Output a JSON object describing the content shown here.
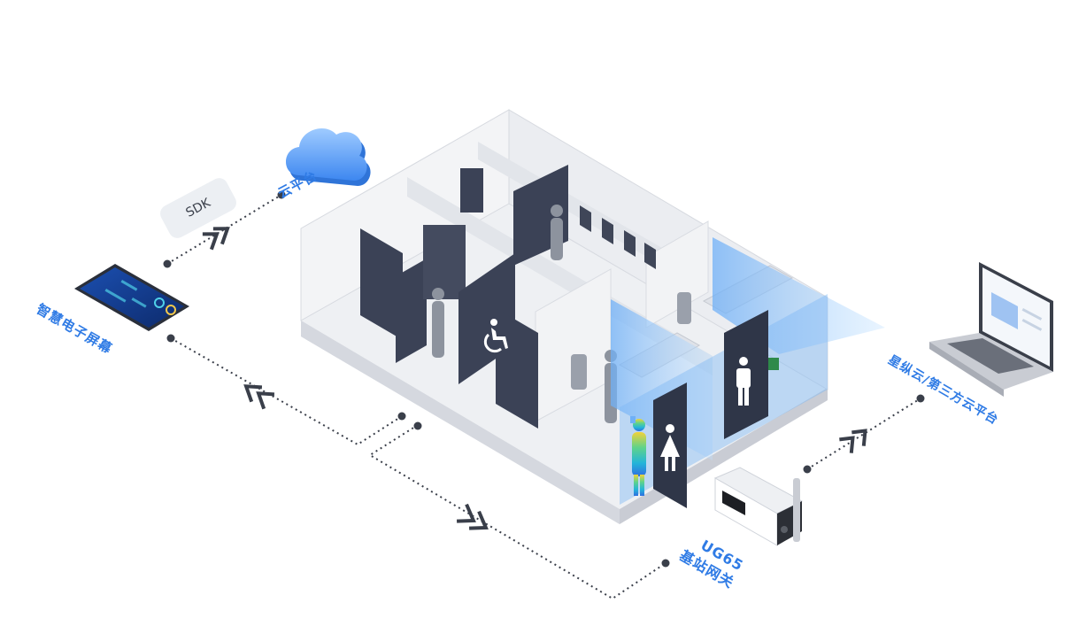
{
  "labels": {
    "cloud": "云平台",
    "sdk": "SDK",
    "screen": "智慧电子屏幕",
    "laptop": "星纵云/第三方云平台",
    "gateway_model": "UG65",
    "gateway_name": "基站网关"
  },
  "colors": {
    "accent": "#2f7be5",
    "partition": "#3b4256",
    "floor": "#e9ebef",
    "wall": "#f6f7f9",
    "sensor_beam": "#7fb7f5",
    "connector": "#3a3f4a"
  },
  "icons": [
    "cloud-icon",
    "wheelchair-icon",
    "male-icon",
    "female-icon",
    "chevron-icon"
  ]
}
